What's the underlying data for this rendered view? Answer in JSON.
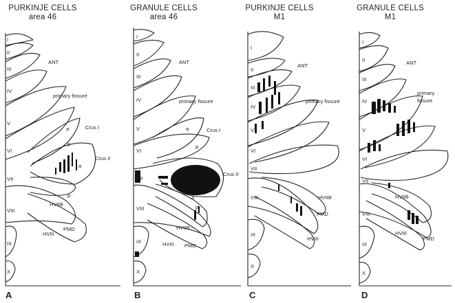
{
  "panels": [
    {
      "letter": "A",
      "title_line1": "PURKINJE CELLS",
      "title_line2": "area 46",
      "lobules": [
        "I",
        "II",
        "III",
        "IV",
        "V",
        "VI",
        "VII",
        "VIII",
        "IX",
        "X"
      ],
      "labels": {
        "ant": "ANT",
        "primary_fissure": "primary fissure",
        "crus1": "Crus I",
        "crus2": "Crus II",
        "a1": "a",
        "p1": "p",
        "a2": "a",
        "p2": "p",
        "hviib": "HVIIB",
        "hviii": "HVIII",
        "pmd": "PMD"
      }
    },
    {
      "letter": "B",
      "title_line1": "GRANULE CELLS",
      "title_line2": "area 46",
      "lobules": [
        "I",
        "II",
        "III",
        "IV",
        "V",
        "VI",
        "VII",
        "VIII",
        "IX",
        "X"
      ],
      "labels": {
        "ant": "ANT",
        "primary_fissure": "primary fissure",
        "crus1": "Crus I",
        "crus2": "Crus II",
        "a1": "a",
        "p1": "p",
        "a2": "a",
        "p2": "p",
        "hviib": "HVIIB",
        "hviii": "HVIII",
        "pmd": "PMD"
      }
    },
    {
      "letter": "C",
      "title_line1": "PURKINJE CELLS",
      "title_line2": "M1",
      "lobules": [
        "I",
        "II",
        "III",
        "IV",
        "V",
        "VI",
        "VII",
        "VIII",
        "IX",
        "X"
      ],
      "labels": {
        "ant": "ANT",
        "primary_fissure": "primary fissure",
        "hviib": "HVIIB",
        "pmd": "PMD",
        "hviii": "HVIII"
      }
    },
    {
      "letter": "D",
      "title_line1": "GRANULE CELLS",
      "title_line2": "M1",
      "lobules": [
        "I",
        "II",
        "III",
        "IV",
        "V",
        "VI",
        "VII",
        "VIII",
        "IX",
        "X"
      ],
      "labels": {
        "ant": "ANT",
        "primary_fissure": "primary fissure",
        "hviib": "HVIIB",
        "hviii": "HVIII",
        "pmd": "PMD"
      }
    }
  ],
  "colors": {
    "outline": "#222222",
    "labeling": "#111111",
    "background": "#ffffff"
  }
}
